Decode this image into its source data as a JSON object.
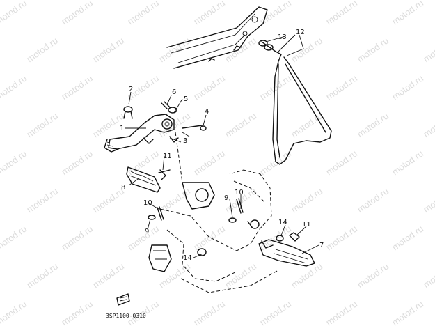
{
  "watermark_text": "motod.ru",
  "diagram_code": "3SP1100-0310",
  "callouts": {
    "p1": "1",
    "p2": "2",
    "p3": "3",
    "p4": "4",
    "p5": "5",
    "p6": "6",
    "p7": "7",
    "p8": "8",
    "p9a": "9",
    "p9b": "9",
    "p10a": "10",
    "p10b": "10",
    "p11a": "11",
    "p11b": "11",
    "p12": "12",
    "p13": "13",
    "p14a": "14",
    "p14b": "14"
  }
}
